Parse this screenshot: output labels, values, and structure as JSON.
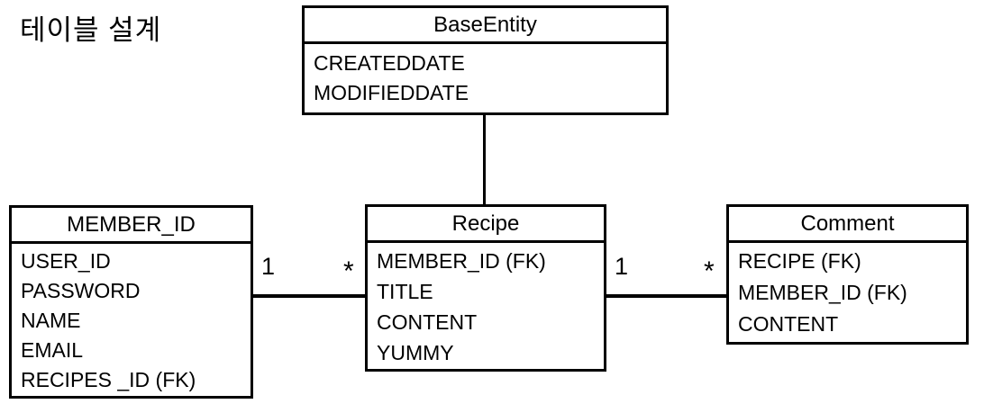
{
  "page": {
    "title": "테이블 설계"
  },
  "colors": {
    "background": "#ffffff",
    "line": "#000000",
    "text": "#000000"
  },
  "entities": {
    "base_entity": {
      "title": "BaseEntity",
      "fields": [
        "CREATEDDATE",
        "MODIFIEDDATE"
      ]
    },
    "member": {
      "title": "MEMBER_ID",
      "fields": [
        "USER_ID",
        "PASSWORD",
        "NAME",
        "EMAIL",
        "RECIPES _ID (FK)"
      ]
    },
    "recipe": {
      "title": "Recipe",
      "fields": [
        "MEMBER_ID (FK)",
        "TITLE",
        "CONTENT",
        "YUMMY"
      ]
    },
    "comment": {
      "title": "Comment",
      "fields": [
        "RECIPE (FK)",
        "MEMBER_ID (FK)",
        "CONTENT"
      ]
    }
  },
  "relationships": {
    "member_to_recipe": {
      "left_cardinality": "1",
      "right_cardinality": "*"
    },
    "recipe_to_comment": {
      "left_cardinality": "1",
      "right_cardinality": "*"
    }
  }
}
